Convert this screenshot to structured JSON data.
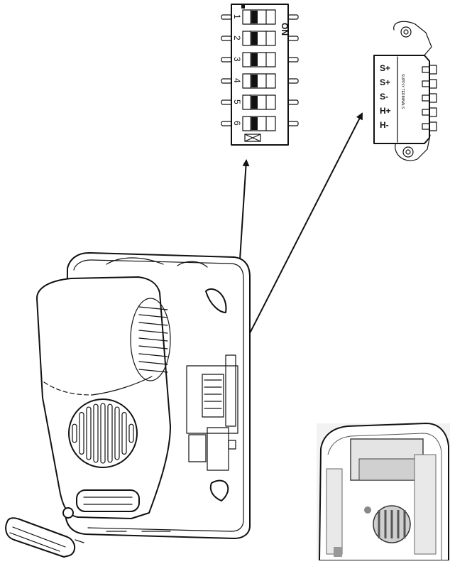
{
  "dip_switch": {
    "on_label": "ON",
    "switches": [
      "1",
      "2",
      "3",
      "4",
      "5",
      "6"
    ]
  },
  "terminal_block": {
    "terminals": [
      "S+",
      "S+",
      "S-",
      "H+",
      "H-"
    ],
    "side_text": "SUPPLY TERMINALS"
  },
  "colors": {
    "ink": "#111111",
    "background": "#ffffff"
  },
  "icons": [
    "dip-switch-icon",
    "terminal-block-icon",
    "arrow-icon",
    "door-station-drawing",
    "door-station-photo"
  ]
}
